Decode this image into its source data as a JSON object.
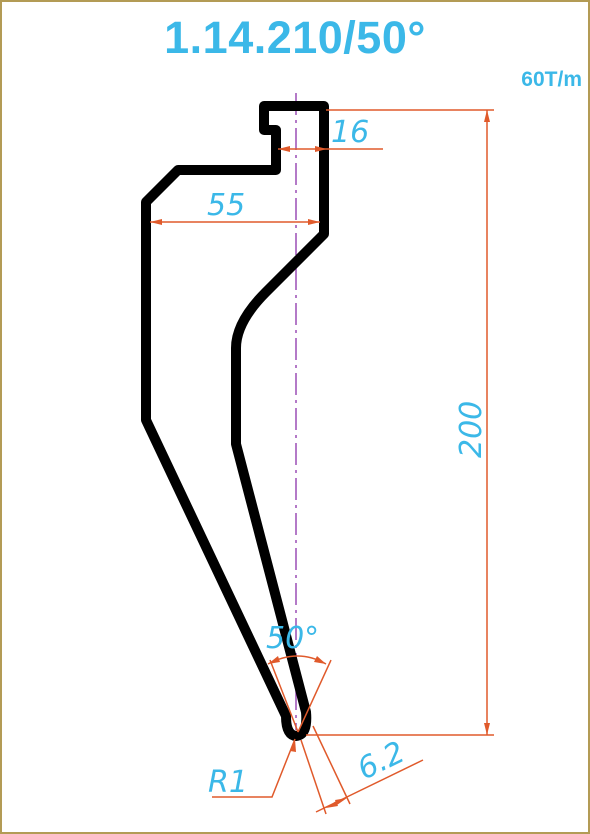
{
  "title": "1.14.210/50°",
  "capacity": "60T/m",
  "dimensions": {
    "top_width": "16",
    "body_width": "55",
    "height": "200",
    "angle": "50°",
    "radius": "R1",
    "tip_width": "6.2"
  },
  "colors": {
    "profile": "#000000",
    "dimension_lines": "#e05a2b",
    "dimension_text": "#3bb8e8",
    "centerline": "#9b4fb5",
    "frame": "#b39b55"
  }
}
